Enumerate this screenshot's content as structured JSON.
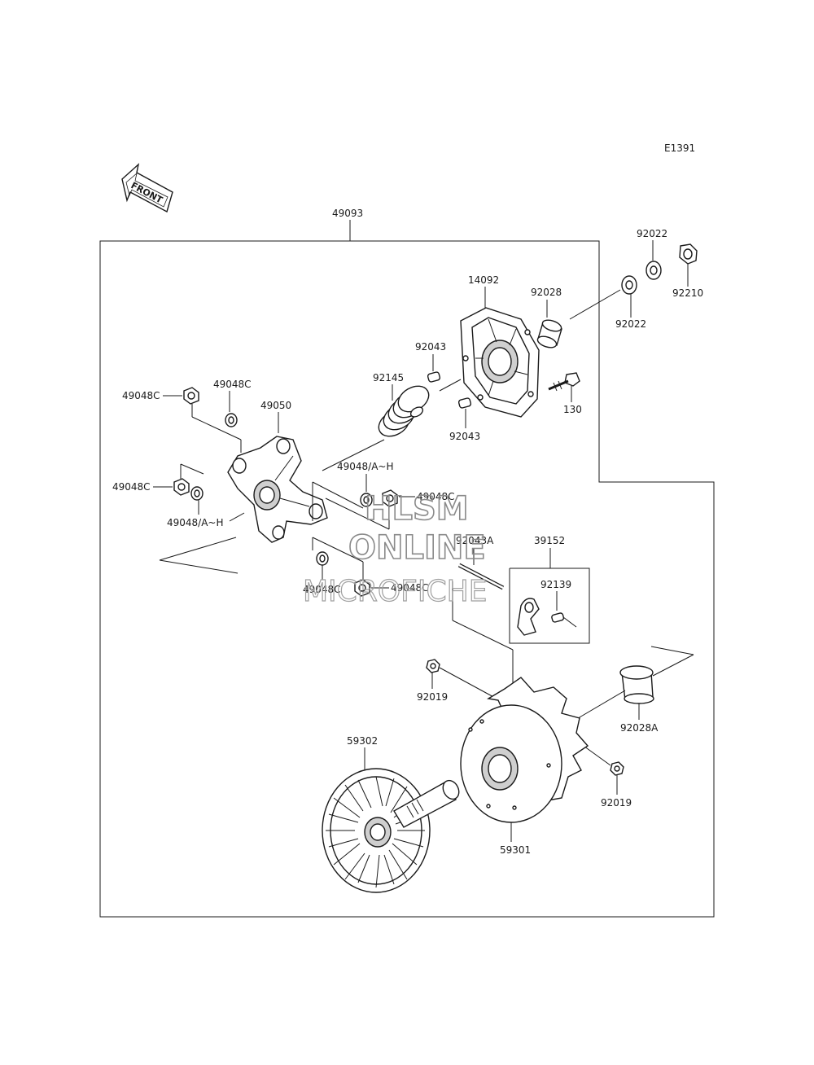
{
  "diagram_code": "E1391",
  "front_arrow_label": "FRONT",
  "part_labels": {
    "p49093": "49093",
    "p92022_top": "92022",
    "p92022_bottom": "92022",
    "p92210": "92210",
    "p14092": "14092",
    "p92028": "92028",
    "p92043_top": "92043",
    "p92043_bottom": "92043",
    "p130": "130",
    "p92145": "92145",
    "p49048C_a": "49048C",
    "p49048C_b": "49048C",
    "p49050": "49050",
    "p49048AH_a": "49048/A~H",
    "p49048C_c": "49048C",
    "p49048AH_b": "49048/A~H",
    "p49048C_d": "49048C",
    "p49048C_e": "49048C",
    "p49048C_f": "49048C",
    "p92043A": "92043A",
    "p39152": "39152",
    "p92139": "92139",
    "p92019_left": "92019",
    "p92019_right": "92019",
    "p92028A": "92028A",
    "p59302": "59302",
    "p59301": "59301"
  },
  "watermark": {
    "line1": "HLSM",
    "line2": "ONLINE",
    "line3": "MICROFICHE"
  }
}
